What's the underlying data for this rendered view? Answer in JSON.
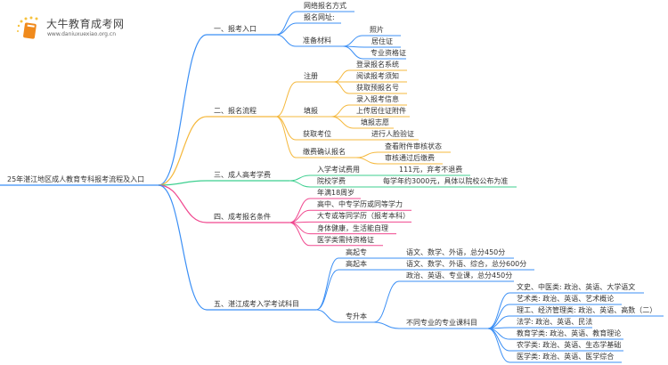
{
  "logo": {
    "name": "大牛教育成考网",
    "url": "www.daniuxuexiao.org.cn"
  },
  "colors": {
    "blue": "#3b8ff5",
    "orange": "#f5b83c",
    "green": "#3ccf8f",
    "pink": "#f0488f"
  },
  "root": "25年湛江地区成人教育专科报考流程及入口",
  "b1": {
    "label": "一、报考入口",
    "online": "网络报名方式",
    "site": "报名网址:",
    "materials": "准备材料",
    "photo": "照片",
    "residence": "居住证",
    "cert": "专业资格证"
  },
  "b2": {
    "label": "二、报名流程",
    "register": "注册",
    "login": "登录报名系统",
    "read": "阅读报考须知",
    "prenum": "获取预报名号",
    "fill": "填报",
    "enter": "录入报考信息",
    "upload": "上传居住证附件",
    "wish": "填报志愿",
    "seat": "获取考位",
    "face": "进行人脸验证",
    "pay": "缴费确认报名",
    "check": "查看附件审核状态",
    "paid": "审核通过后缴费"
  },
  "b3": {
    "label": "三、成人高考学费",
    "exam_fee": "入学考试费用",
    "exam_fee_val": "111元，弃考不退费",
    "tuition": "院校学费",
    "tuition_val": "每学年约3000元，具体以院校公布为准"
  },
  "b4": {
    "label": "四、成考报名条件",
    "c1": "年满18周岁",
    "c2": "高中、中专学历或同等学力",
    "c3": "大专或等同学历（报考本科）",
    "c4": "身体健康，生活能自理",
    "c5": "医学类需持资格证"
  },
  "b5": {
    "label": "五、湛江成考入学考试科目",
    "gqz": "高起专",
    "gqz_val": "语文、数学、外语，总分450分",
    "gqb": "高起本",
    "gqb_val": "语文、数学、外语、综合，总分600分",
    "zsb": "专升本",
    "zsb_val": "政治、英语、专业课，总分450分",
    "diff": "不同专业的专业课科目",
    "majors": [
      "文史、中医类: 政治、英语、大学语文",
      "艺术类: 政治、英语、艺术概论",
      "理工、经济管理类: 政治、英语、高数（二）",
      "法学: 政治、英语、民法",
      "教育学类: 政治、英语、教育理论",
      "农学类: 政治、英语、生态学基础",
      "医学类: 政治、英语、医学综合"
    ]
  }
}
